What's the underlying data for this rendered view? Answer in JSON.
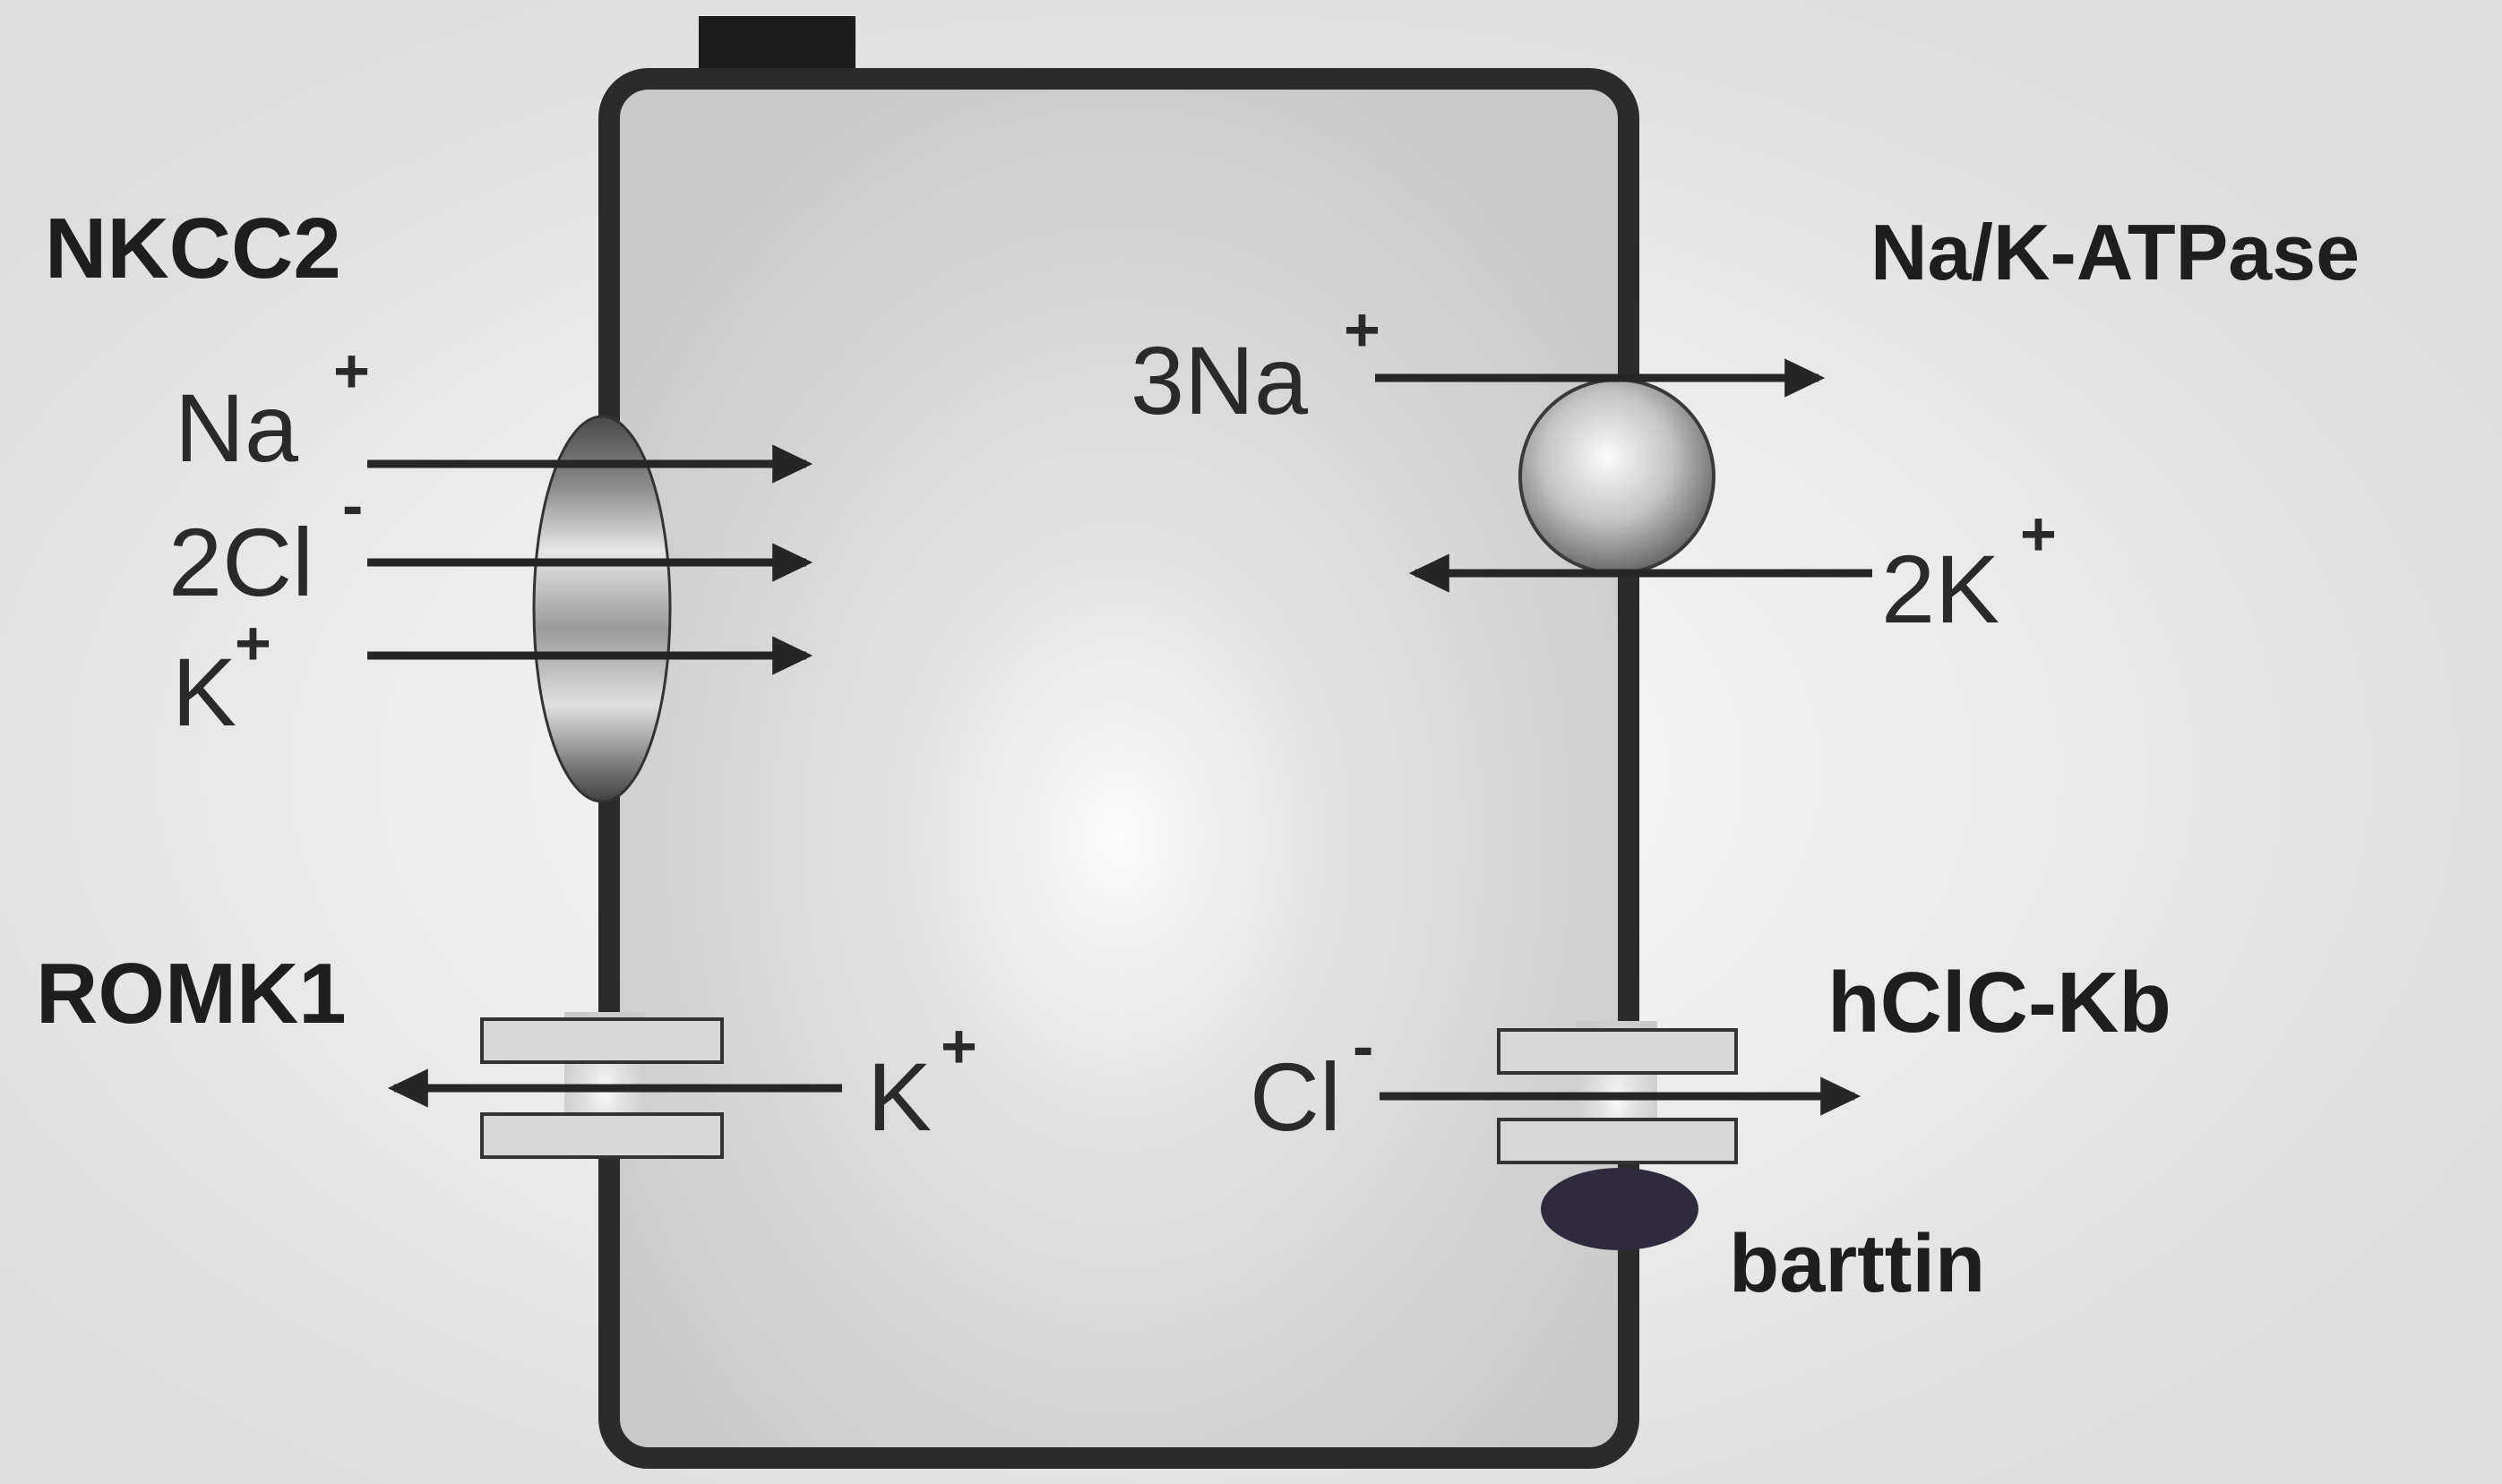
{
  "labels": {
    "nkcc2": "NKCC2",
    "na_k_atpase": "Na/K-ATPase",
    "romk1": "ROMK1",
    "hclc_kb": "hClC-Kb",
    "barttin": "barttin"
  },
  "ions": {
    "nkcc2_na": {
      "base": "Na",
      "charge": "+"
    },
    "nkcc2_cl": {
      "base": "2Cl",
      "charge": "-"
    },
    "nkcc2_k": {
      "base": "K",
      "charge": "+"
    },
    "atpase_na": {
      "base": "3Na",
      "charge": "+"
    },
    "atpase_k": {
      "base": "2K",
      "charge": "+"
    },
    "romk_k": {
      "base": "K",
      "charge": "+"
    },
    "clc_cl": {
      "base": "Cl",
      "charge": "-"
    }
  },
  "colors": {
    "background": "#e7e7e7",
    "cell_fill": "#d2d2d2",
    "membrane": "#2b2b2b",
    "text": "#1e1e1e",
    "barttin": "#2f2a3c"
  }
}
